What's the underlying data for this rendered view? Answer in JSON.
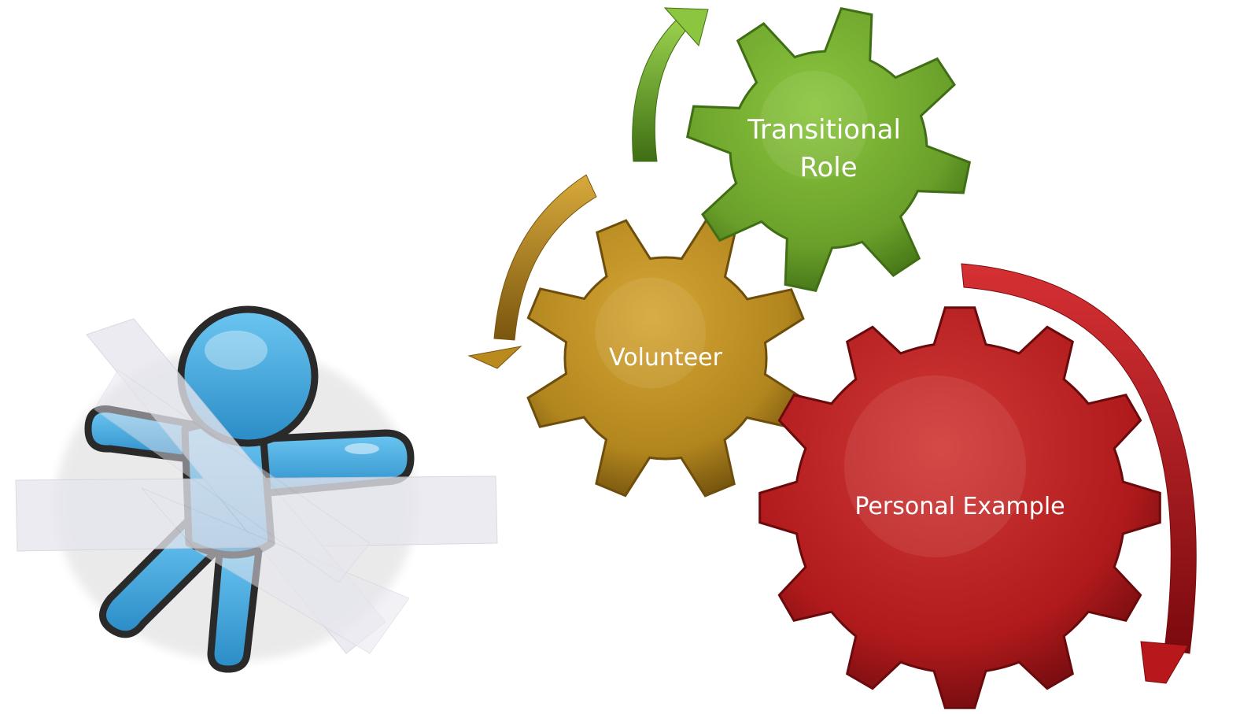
{
  "diagram": {
    "gears": [
      {
        "id": "transitional-role",
        "lines": [
          "Transitional",
          "Role"
        ],
        "color": "#6FA22E"
      },
      {
        "id": "volunteer",
        "lines": [
          "Volunteer"
        ],
        "color": "#B98A1E"
      },
      {
        "id": "personal-example",
        "lines": [
          "Personal Example"
        ],
        "color": "#B8171C"
      }
    ],
    "arrows": [
      {
        "id": "green-arrow",
        "color": "#6FA22E"
      },
      {
        "id": "gold-arrow",
        "color": "#B98A1E"
      },
      {
        "id": "red-arrow",
        "color": "#B8171C"
      }
    ],
    "figure": {
      "body_color": "#3EA6DD",
      "tape_color": "#E6E6EE"
    }
  }
}
